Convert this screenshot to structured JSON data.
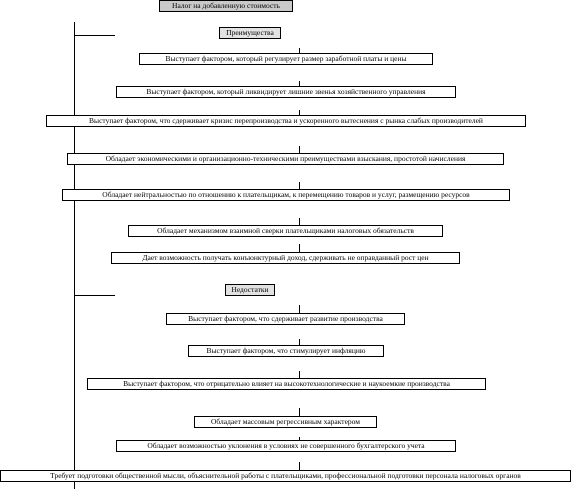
{
  "diagram": {
    "title": "Налог на добавленную стоимость",
    "advantages": {
      "label": "Преимущества",
      "items": [
        "Выступает фактором, который регулирует размер заработной платы и цены",
        "Выступает фактором, который ликвидирует лишние звенья хозяйственного управления",
        "Выступает фактором, что сдерживает кризис перепроизводства и ускоренного вытеснения с рынка слабых производителей",
        "Обладает экономическими и организационно-техническими преимуществами взыскания, простотой начисления",
        "Обладает нейтральностью по отношению к плательщикам, к перемещению товаров и услуг, размещению ресурсов",
        "Обладает механизмом взаимной сверки плательщиками налоговых обязательств",
        "Дает возможность получать конъюнктурный доход, сдерживать не оправданный рост цен"
      ]
    },
    "disadvantages": {
      "label": "Недостатки",
      "items": [
        "Выступает фактором, что сдерживает развитие производства",
        "Выступает фактором, что стимулирует инфляцию",
        "Выступает фактором, что отрицательно влияет на высокотехнологические и наукоемкие производства",
        "Обладает массовым регрессивным характером",
        "Обладает возможностью уклонения в условиях не совершенного бухгалтерского учета",
        "Требует подготовки общественной мысли, объяснительной работы с плательщиками, профессиональной подготовки персонала налоговых органов"
      ]
    }
  }
}
